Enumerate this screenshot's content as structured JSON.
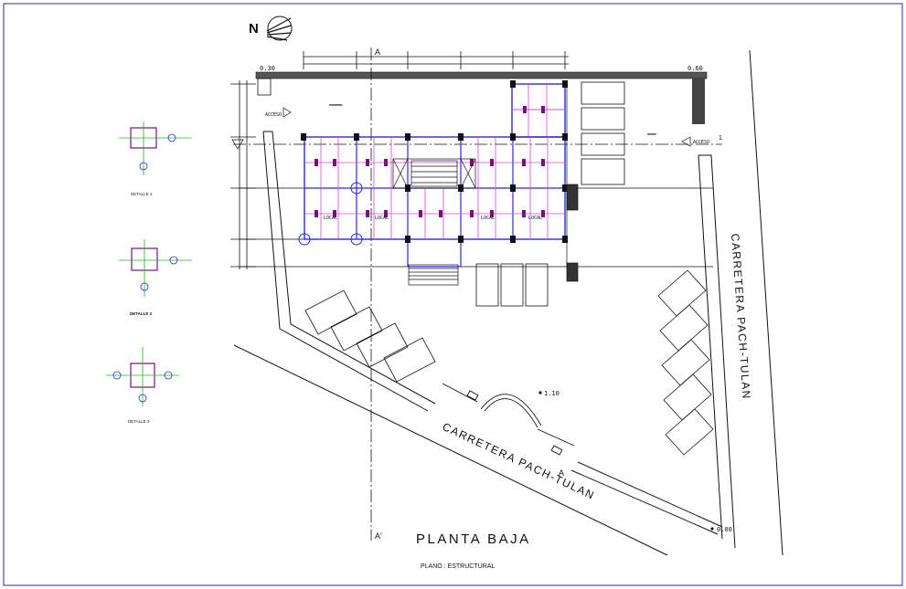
{
  "drawing": {
    "north_label": "N",
    "title": "PLANTA BAJA",
    "subtitle": "PLANO : ESTRUCTURAL",
    "road_bottom": "CARRETERA PACH-TULAN",
    "road_right": "CARRETERA PACH-TULAN",
    "section_top": "A",
    "section_bottom": "A'",
    "section_road": "A",
    "axis_label": "1",
    "access_left": "ACCESO",
    "access_right": "ACCESO",
    "level_top_left": "0.30",
    "level_top_right": "0.60",
    "level_mid": "1.10",
    "level_bottom": "0.00",
    "detail_1": "DETALLE 1",
    "detail_2": "DETALLE 2",
    "detail_3": "DETALLE 3",
    "local_label": "LOCAL",
    "colors": {
      "line": "#1a1a1a",
      "structure_blue": "#2a2ad8",
      "beam_magenta": "#d24bd2",
      "column": "#7a0f7a",
      "detail_green": "#22b022",
      "frame": "#2a2ab0"
    }
  }
}
